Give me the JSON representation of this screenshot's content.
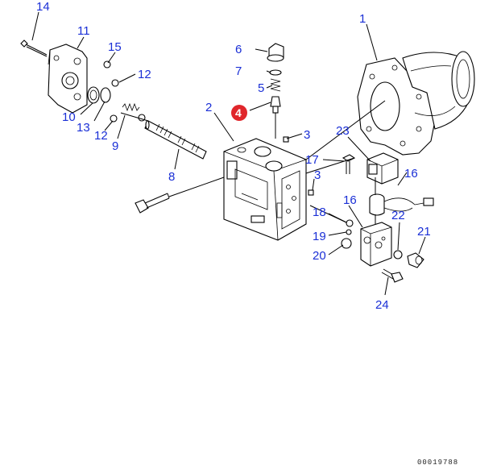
{
  "callouts": {
    "c1": "1",
    "c2": "2",
    "c3a": "3",
    "c3b": "3",
    "c4": "4",
    "c5": "5",
    "c6": "6",
    "c7": "7",
    "c8": "8",
    "c9": "9",
    "c10": "10",
    "c11": "11",
    "c12a": "12",
    "c12b": "12",
    "c13": "13",
    "c14": "14",
    "c15": "15",
    "c16a": "16",
    "c16b": "16",
    "c17": "17",
    "c18": "18",
    "c19": "19",
    "c20": "20",
    "c21": "21",
    "c22": "22",
    "c23": "23",
    "c24": "24"
  },
  "reference_number": "00019788",
  "colors": {
    "callout": "#1a2fd6",
    "highlight": "#e0262b"
  }
}
